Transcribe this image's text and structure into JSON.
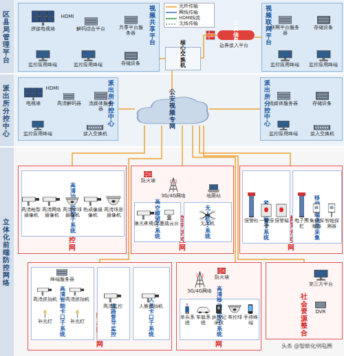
{
  "diagram": {
    "nodes": [
      {
        "text": [
          "区县局管理平台"
        ]
      },
      {
        "text": [
          "视频共享平台"
        ],
        "in": 0
      },
      {
        "text": [
          "视频联网平台"
        ],
        "in": 0
      },
      {
        "text": [
          "公安信息网"
        ],
        "in": 0
      },
      {
        "text": [
          "核心交换机"
        ],
        "in": 0
      },
      {
        "text": [
          "派出所分控中心"
        ]
      },
      {
        "text": [
          "派出所分控中心"
        ],
        "in": 5
      },
      {
        "text": [
          "派出所分控中心"
        ],
        "in": 5
      },
      {
        "text": [
          "公安视频专网"
        ],
        "in": 5
      },
      {
        "text": [
          "立体化前端防控网络"
        ]
      },
      {
        "text": [
          "地面防控网"
        ],
        "in": 9
      },
      {
        "text": [
          "高清治安监控子系统"
        ],
        "in": 10
      },
      {
        "text": [
          "空中防控网"
        ],
        "in": 9
      },
      {
        "text": [
          "高空瞭望子系统"
        ],
        "in": 12
      },
      {
        "text": [
          "无人机子系统"
        ],
        "in": 12
      },
      {
        "text": [
          "物联防控网"
        ],
        "in": 9
      },
      {
        "text": [
          "紧急报警子系统"
        ],
        "in": 15
      },
      {
        "text": [
          "移动终端信息采集"
        ],
        "in": 15
      },
      {
        "text": [
          "静态防控网"
        ],
        "in": 9
      },
      {
        "text": [
          "高清智能卡口子系统"
        ],
        "in": 18
      },
      {
        "text": [
          "道路督导监控"
        ],
        "in": 18
      },
      {
        "text": [
          "人员卡口子系统"
        ],
        "in": 18
      },
      {
        "text": [
          "动态防控网"
        ],
        "in": 9
      },
      {
        "text": [
          "高清移动监控子系统"
        ],
        "in": 22
      },
      {
        "text": [
          "社会资源整合"
        ],
        "in": 9
      }
    ],
    "edges": [
      {
        "from": 1,
        "to": 4,
        "arrow": "none"
      },
      {
        "from": 4,
        "to": 3,
        "arrow": "none"
      },
      {
        "from": 3,
        "to": 2,
        "arrow": "none"
      },
      {
        "from": 4,
        "to": 8,
        "arrow": "none"
      },
      {
        "from": 8,
        "to": 6,
        "arrow": "none"
      },
      {
        "from": 8,
        "to": 7,
        "arrow": "none"
      },
      {
        "from": 8,
        "to": 10,
        "arrow": "none"
      },
      {
        "from": 8,
        "to": 12,
        "arrow": "none"
      },
      {
        "from": 8,
        "to": 15,
        "arrow": "none"
      },
      {
        "from": 8,
        "to": 18,
        "arrow": "none"
      },
      {
        "from": 8,
        "to": 22,
        "arrow": "none"
      },
      {
        "from": 8,
        "to": 24,
        "arrow": "none"
      }
    ],
    "labels": [
      "拼接电视墙",
      "HDMI",
      "解码综合平台",
      "共享平台服务器",
      "存储设备",
      "监控应用终端",
      "监控应用终端",
      "边界接入平台",
      "联网平台服务器",
      "存储设备",
      "监控应用终端",
      "监控应用终端",
      "电视墙",
      "HDMI",
      "高清解码器",
      "流媒体服务器",
      "监控应用终端",
      "接入交换机",
      "流媒体服务器",
      "存储设备",
      "监控应用终端",
      "接入交换机",
      "高清枪型摄像机",
      "高清网络摄像机",
      "高清半球摄像机",
      "热成像摄像机",
      "高清球形摄像机",
      "防火墙",
      "3G/4G网络",
      "地面站",
      "激光夜视仪",
      "重载云台",
      "无人机",
      "报警柱",
      "一键报警",
      "报警箱",
      "电子围栏",
      "集成探测器",
      "智能探测器",
      "终端服务器",
      "高清抓拍机",
      "高清抓拍机",
      "补光灯",
      "补光灯",
      "高清监控",
      "人脸抓拍机",
      "防火墙",
      "3G/4G网络",
      "单兵系统",
      "车载系统",
      "执法记录仪",
      "布控球",
      "手持终端",
      "第三方平台",
      "DVR",
      "头条 @智能化弱电圈"
    ],
    "legend": [
      {
        "text": "光纤传输"
      },
      {
        "text": "网线传输"
      },
      {
        "text": "HDMI线缆"
      },
      {
        "text": "无线传输"
      }
    ]
  }
}
